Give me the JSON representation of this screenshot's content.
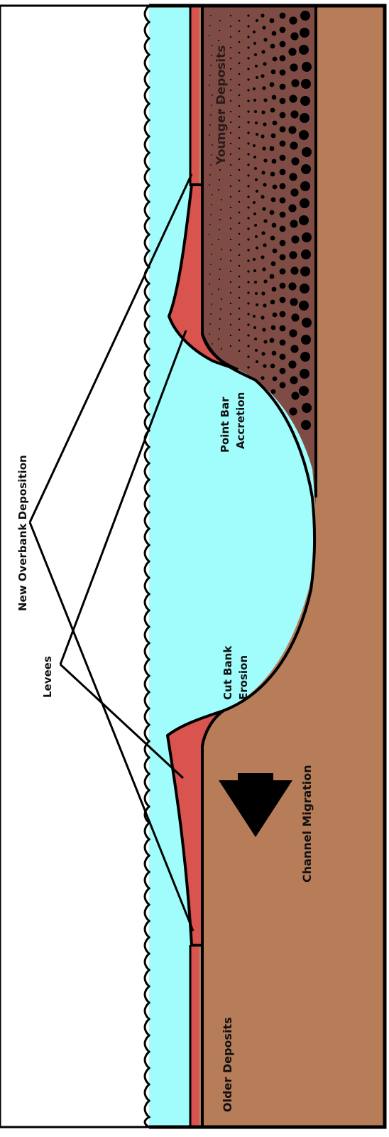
{
  "colors": {
    "water": "#a1fcfc",
    "older_deposits": "#b77c58",
    "younger_deposits": "#7f4c45",
    "levee": "#d9534f",
    "outline": "#000000"
  },
  "labels": {
    "new_overbank_deposition": "New Overbank Deposition",
    "levees": "Levees",
    "younger_deposits": "Younger Deposits",
    "point_bar_line1": "Point Bar",
    "point_bar_line2": "Accretion",
    "cut_bank_line1": "Cut Bank",
    "cut_bank_line2": "Erosion",
    "channel_migration": "Channel Migration",
    "older_deposits": "Older Deposits"
  },
  "icons": {
    "migration_arrow": "arrow-down-icon",
    "water_surface": "wave-icon"
  }
}
